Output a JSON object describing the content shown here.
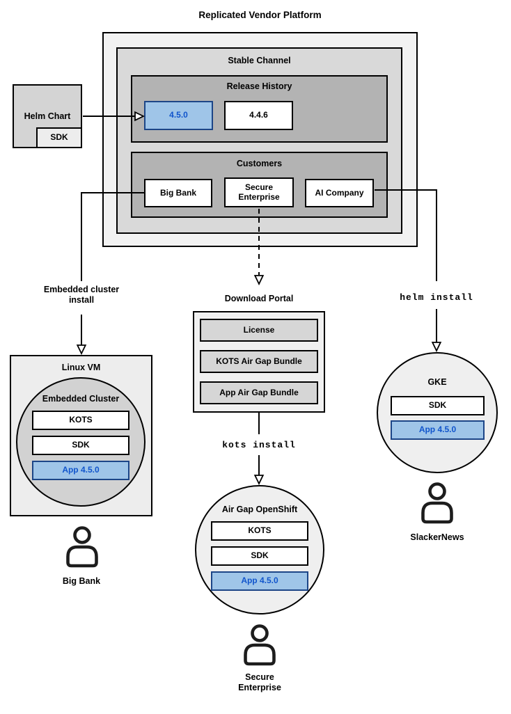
{
  "title": "Replicated Vendor Platform",
  "colors": {
    "platform_fill": "#f2f2f2",
    "channel_fill": "#d9d9d9",
    "section_fill": "#b3b3b3",
    "node_fill": "#ffffff",
    "highlight_fill": "#9fc5e8",
    "highlight_border": "#1c4587",
    "highlight_text": "#1155cc",
    "line_color": "#000000"
  },
  "platform": {
    "channel_label": "Stable Channel",
    "release_history": {
      "label": "Release History",
      "releases": [
        "4.5.0",
        "4.4.6"
      ]
    },
    "customers": {
      "label": "Customers",
      "items": [
        "Big Bank",
        "Secure Enterprise",
        "AI Company"
      ]
    }
  },
  "helm_chart": {
    "label": "Helm Chart",
    "sdk": "SDK"
  },
  "edges": {
    "embedded_cluster_install": "Embedded cluster install",
    "helm_install": "helm install",
    "kots_install": "kots install"
  },
  "download_portal": {
    "label": "Download Portal",
    "items": [
      "License",
      "KOTS Air Gap Bundle",
      "App Air Gap Bundle"
    ]
  },
  "linux_vm": {
    "label": "Linux VM",
    "cluster": {
      "label": "Embedded Cluster",
      "components": [
        "KOTS",
        "SDK"
      ],
      "app": "App 4.5.0"
    }
  },
  "openshift": {
    "label": "Air Gap OpenShift",
    "components": [
      "KOTS",
      "SDK"
    ],
    "app": "App 4.5.0"
  },
  "gke": {
    "label": "GKE",
    "components": [
      "SDK"
    ],
    "app": "App 4.5.0"
  },
  "personas": {
    "big_bank": "Big Bank",
    "secure_enterprise": "Secure Enterprise",
    "slackernews": "SlackerNews"
  }
}
